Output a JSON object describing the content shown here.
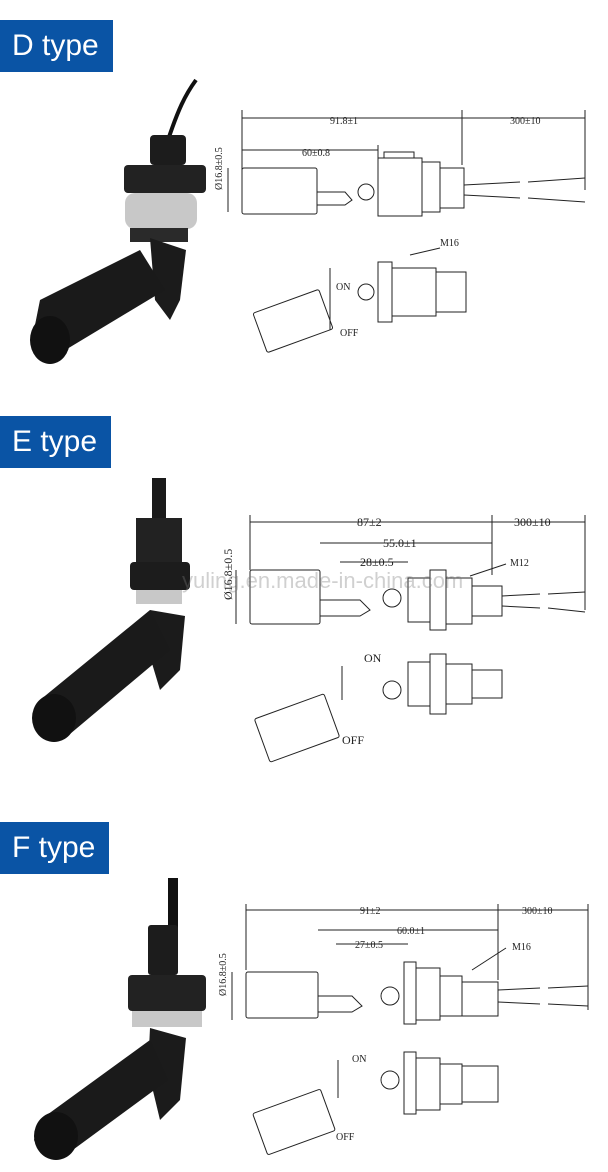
{
  "sections": [
    {
      "label": "D type",
      "dims": {
        "overall": "91.8±1",
        "cable": "300±10",
        "float": "60±0.8",
        "diameter": "Ø16.8±0.5",
        "thread": "M16",
        "on": "ON",
        "off": "OFF"
      }
    },
    {
      "label": "E type",
      "dims": {
        "overall": "87±2",
        "cable": "300±10",
        "mid": "55.0±1",
        "float": "28±0.5",
        "diameter": "Ø16.8±0.5",
        "thread": "M12",
        "on": "ON",
        "off": "OFF"
      }
    },
    {
      "label": "F type",
      "dims": {
        "overall": "91±2",
        "cable": "300±10",
        "mid": "60.0±1",
        "float": "27±0.5",
        "diameter": "Ø16.8±0.5",
        "thread": "M16",
        "on": "ON",
        "off": "OFF"
      }
    }
  ],
  "watermark": "yuling.en.made-in-china.com",
  "colors": {
    "badge": "#0a54a5",
    "product": "#1c1c1c",
    "nut_ring": "#c8c8c8"
  }
}
